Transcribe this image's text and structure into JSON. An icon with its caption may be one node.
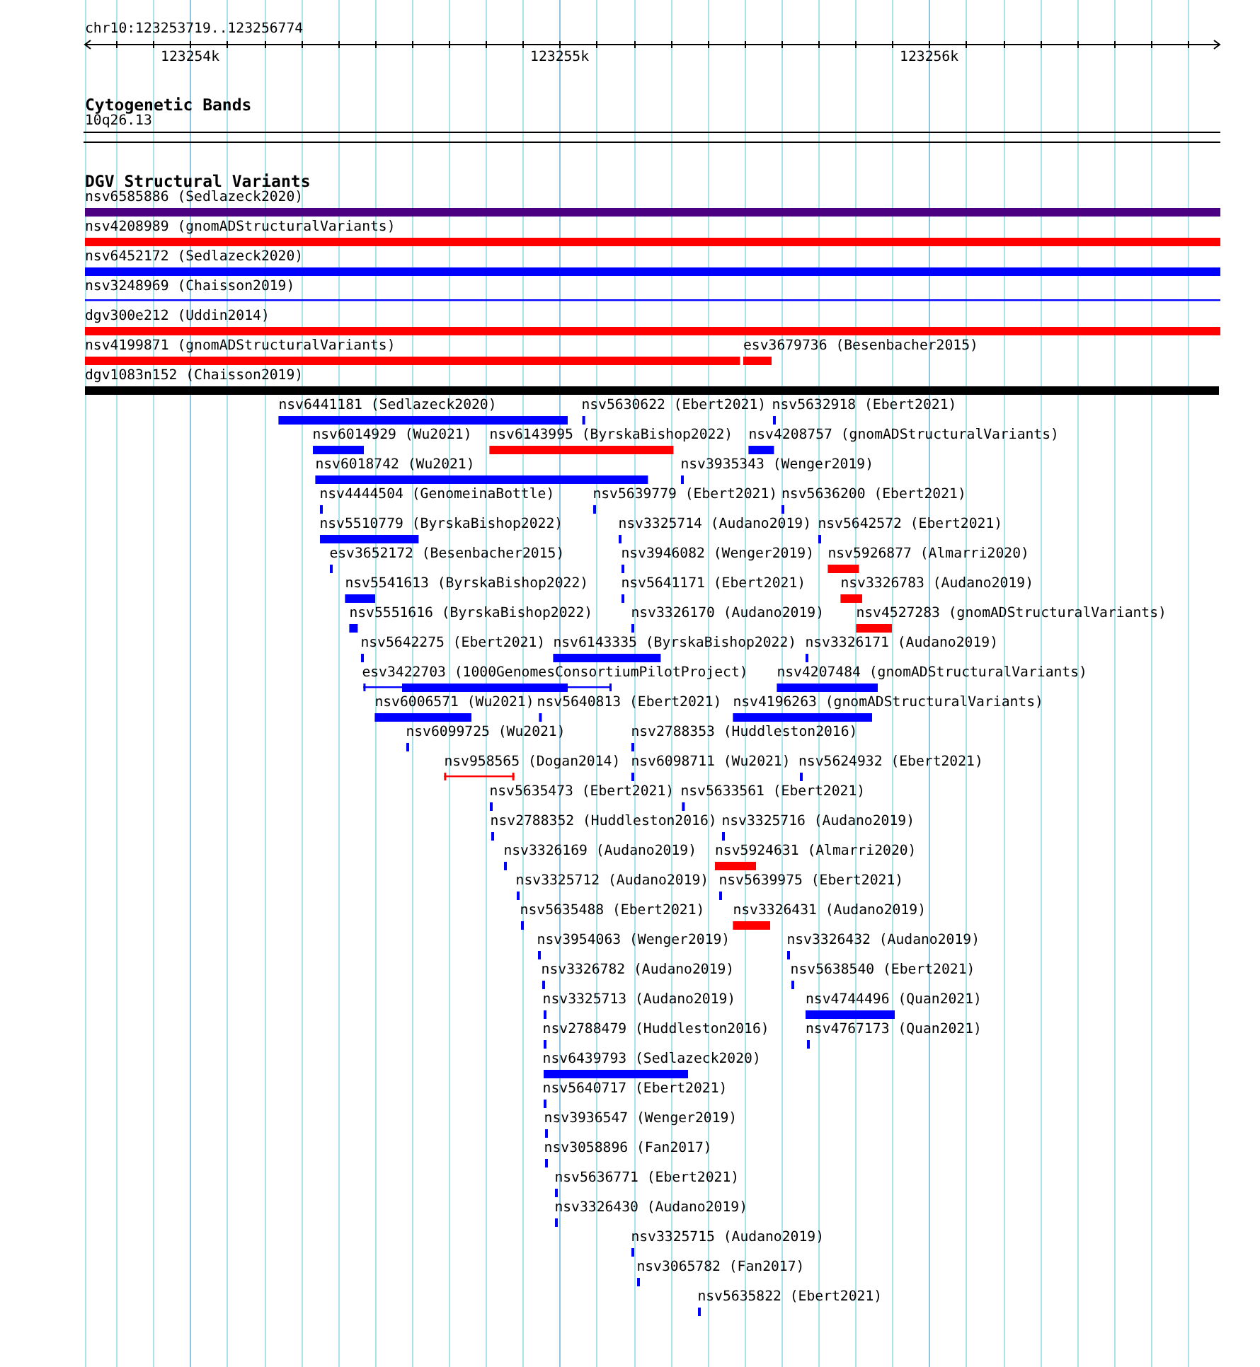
{
  "diagram": {
    "labels": [
      "chr10:123253719..123256774",
      "123254k",
      "123255k",
      "123256k",
      "Cytogenetic Bands",
      "10q26.13",
      "DGV Structural Variants",
      "nsv6585886 (Sedlazeck2020)",
      "nsv4208989 (gnomADStructuralVariants)",
      "nsv6452172 (Sedlazeck2020)",
      "nsv3248969 (Chaisson2019)",
      "dgv300e212 (Uddin2014)",
      "nsv4199871 (gnomADStructuralVariants)",
      "esv3679736 (Besenbacher2015)",
      "dgv1083n152 (Chaisson2019)",
      "nsv6441181 (Sedlazeck2020)",
      "nsv5630622 (Ebert2021)",
      "nsv5632918 (Ebert2021)",
      "nsv6014929 (Wu2021)",
      "nsv6143995 (ByrskaBishop2022)",
      "nsv4208757 (gnomADStructuralVariants)",
      "nsv6018742 (Wu2021)",
      "nsv3935343 (Wenger2019)",
      "nsv4444504 (GenomeinaBottle)",
      "nsv5639779 (Ebert2021)",
      "nsv5636200 (Ebert2021)",
      "nsv5510779 (ByrskaBishop2022)",
      "nsv3325714 (Audano2019)",
      "nsv5642572 (Ebert2021)",
      "esv3652172 (Besenbacher2015)",
      "nsv3946082 (Wenger2019)",
      "nsv5926877 (Almarri2020)",
      "nsv5541613 (ByrskaBishop2022)",
      "nsv5641171 (Ebert2021)",
      "nsv3326783 (Audano2019)",
      "nsv5551616 (ByrskaBishop2022)",
      "nsv3326170 (Audano2019)",
      "nsv4527283 (gnomADStructuralVariants)",
      "nsv5642275 (Ebert2021)",
      "nsv6143335 (ByrskaBishop2022)",
      "nsv3326171 (Audano2019)",
      "esv3422703 (1000GenomesConsortiumPilotProject)",
      "nsv4207484 (gnomADStructuralVariants)",
      "nsv6006571 (Wu2021)",
      "nsv5640813 (Ebert2021)",
      "nsv4196263 (gnomADStructuralVariants)",
      "nsv6099725 (Wu2021)",
      "nsv2788353 (Huddleston2016)",
      "nsv958565 (Dogan2014)",
      "nsv6098711 (Wu2021)",
      "nsv5624932 (Ebert2021)",
      "nsv5635473 (Ebert2021)",
      "nsv5633561 (Ebert2021)",
      "nsv2788352 (Huddleston2016)",
      "nsv3325716 (Audano2019)",
      "nsv3326169 (Audano2019)",
      "nsv5924631 (Almarri2020)",
      "nsv3325712 (Audano2019)",
      "nsv5639975 (Ebert2021)",
      "nsv5635488 (Ebert2021)",
      "nsv3326431 (Audano2019)",
      "nsv3954063 (Wenger2019)",
      "nsv3326432 (Audano2019)",
      "nsv3326782 (Audano2019)",
      "nsv5638540 (Ebert2021)",
      "nsv3325713 (Audano2019)",
      "nsv4744496 (Quan2021)",
      "nsv2788479 (Huddleston2016)",
      "nsv4767173 (Quan2021)",
      "nsv6439793 (Sedlazeck2020)",
      "nsv5640717 (Ebert2021)",
      "nsv3936547 (Wenger2019)",
      "nsv3058896 (Fan2017)",
      "nsv5636771 (Ebert2021)",
      "nsv3326430 (Audano2019)",
      "nsv3325715 (Audano2019)",
      "nsv3065782 (Fan2017)",
      "nsv5635822 (Ebert2021)"
    ]
  }
}
